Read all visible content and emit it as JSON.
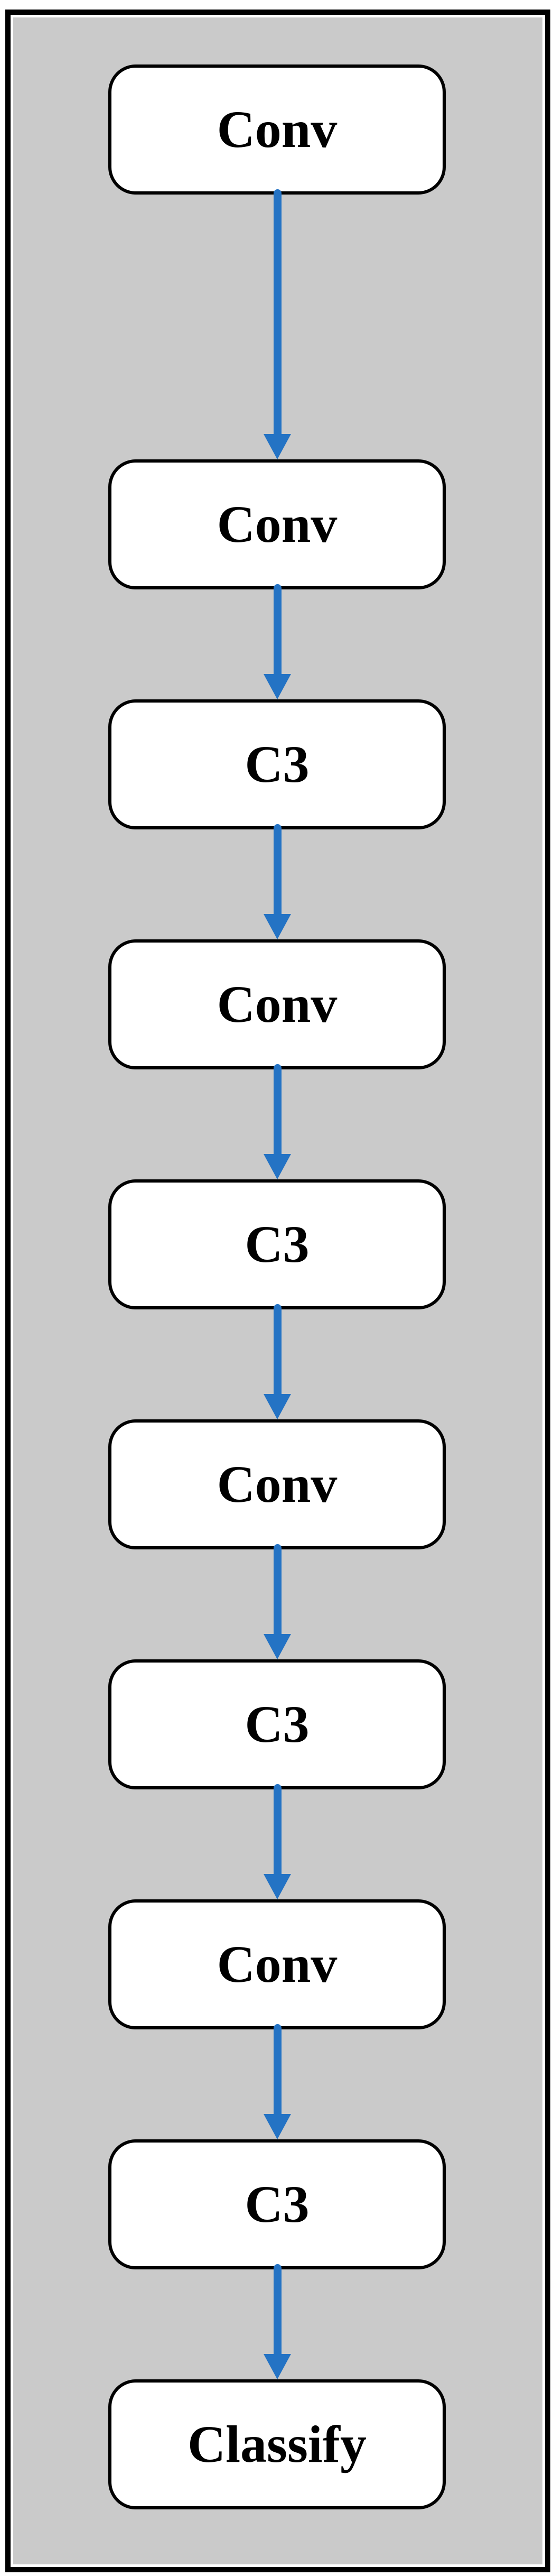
{
  "diagram": {
    "type": "flowchart",
    "direction": "top-down",
    "nodes": [
      {
        "label": "Conv"
      },
      {
        "label": "Conv"
      },
      {
        "label": "C3"
      },
      {
        "label": "Conv"
      },
      {
        "label": "C3"
      },
      {
        "label": "Conv"
      },
      {
        "label": "C3"
      },
      {
        "label": "Conv"
      },
      {
        "label": "C3"
      },
      {
        "label": "Classify"
      }
    ],
    "edges": [
      {
        "from": 0,
        "to": 1
      },
      {
        "from": 1,
        "to": 2
      },
      {
        "from": 2,
        "to": 3
      },
      {
        "from": 3,
        "to": 4
      },
      {
        "from": 4,
        "to": 5
      },
      {
        "from": 5,
        "to": 6
      },
      {
        "from": 6,
        "to": 7
      },
      {
        "from": 7,
        "to": 8
      },
      {
        "from": 8,
        "to": 9
      }
    ],
    "colors": {
      "page_background": "#ffffff",
      "canvas_background": "#cacaca",
      "node_fill": "#ffffff",
      "node_border": "#000000",
      "arrow": "#2473c4",
      "frame_border": "#000000",
      "text": "#000000"
    }
  }
}
